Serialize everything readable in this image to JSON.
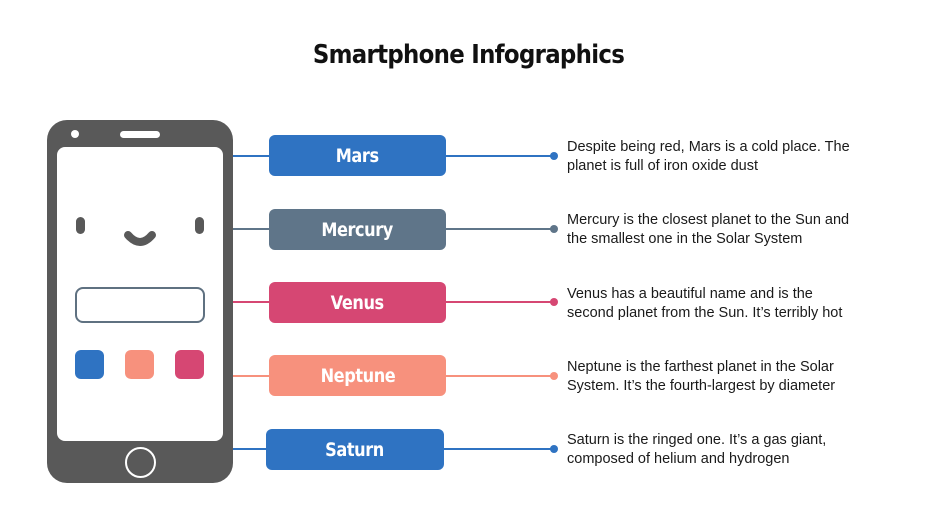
{
  "title": "Smartphone Infographics",
  "colors": {
    "phone": "#595959",
    "blue": "#2f73c2",
    "slate": "#5f7589",
    "pink": "#d64773",
    "salmon": "#f7917d"
  },
  "phone": {
    "icons": [
      "camera-icon",
      "speaker-icon",
      "face-icon",
      "home-button-icon"
    ],
    "swatches": [
      "#2f73c2",
      "#f7917d",
      "#d64773"
    ]
  },
  "items": [
    {
      "label": "Mars",
      "color": "#2f73c2",
      "description_line1": "Despite being red, Mars is a cold place. The",
      "description_line2": "planet is full of iron oxide dust"
    },
    {
      "label": "Mercury",
      "color": "#5f7589",
      "description_line1": "Mercury is the closest planet to the Sun and",
      "description_line2": "the smallest one in the Solar System"
    },
    {
      "label": "Venus",
      "color": "#d64773",
      "description_line1": "Venus has a beautiful name and is the",
      "description_line2": "second planet from the Sun. It’s terribly hot"
    },
    {
      "label": "Neptune",
      "color": "#f7917d",
      "description_line1": "Neptune is the farthest planet in the Solar",
      "description_line2": "System. It’s the fourth-largest by diameter"
    },
    {
      "label": "Saturn",
      "color": "#2f73c2",
      "description_line1": "Saturn is the ringed one. It’s a gas giant,",
      "description_line2": "composed of helium and hydrogen"
    }
  ]
}
